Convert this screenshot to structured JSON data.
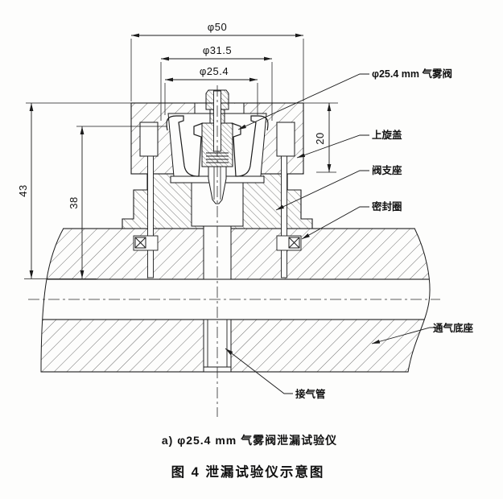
{
  "figure": {
    "dims": {
      "phi50": "φ50",
      "phi31_5": "φ31.5",
      "phi25_4": "φ25.4",
      "h43": "43",
      "h38": "38",
      "h20": "20"
    },
    "labels": {
      "valve": "φ25.4 mm 气雾阀",
      "cap": "上旋盖",
      "seat": "阀支座",
      "seal": "密封圈",
      "base": "通气底座",
      "pipe": "接气管"
    },
    "captions": {
      "sub": "a)  φ25.4 mm 气雾阀泄漏试验仪",
      "title": "图 4  泄漏试验仪示意图"
    },
    "colors": {
      "line": "#1b1b1b",
      "hatch": "#4a4a4a"
    }
  }
}
